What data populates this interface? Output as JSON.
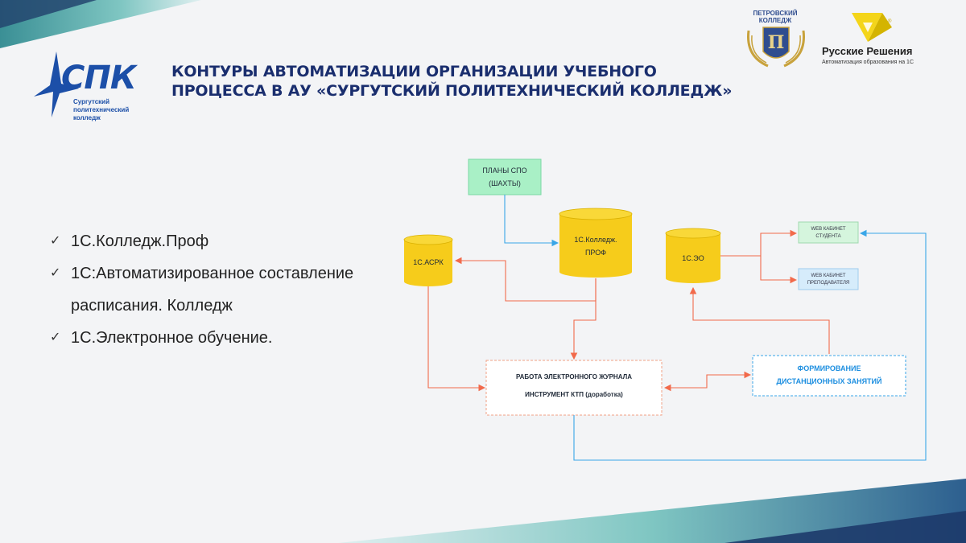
{
  "header": {
    "title_line1": "КОНТУРЫ АВТОМАТИЗАЦИИ ОРГАНИЗАЦИИ УЧЕБНОГО",
    "title_line2": "ПРОЦЕССА В АУ «СУРГУТСКИЙ ПОЛИТЕХНИЧЕСКИЙ КОЛЛЕДЖ»"
  },
  "logo_spk": {
    "abbr": "СПК",
    "line1": "Сургутский",
    "line2": "политехнический",
    "line3": "колледж"
  },
  "logo_petrovsky": {
    "line1": "ПЕТРОВСКИЙ",
    "line2": "КОЛЛЕДЖ"
  },
  "logo_russkie": {
    "name": "Русские Решения",
    "tagline": "Автоматизация образования на 1С"
  },
  "bullets": [
    "1С.Колледж.Проф",
    "1С:Автоматизированное составление расписания. Колледж",
    "1С.Электронное обучение."
  ],
  "diagram": {
    "plans": {
      "line1": "ПЛАНЫ СПО",
      "line2": "(ШАХТЫ)"
    },
    "college": {
      "line1": "1С.Колледж.",
      "line2": "ПРОФ"
    },
    "asrk": "1С.АСРК",
    "eo": "1С.ЭО",
    "web_student": {
      "line1": "WEB КАБИНЕТ",
      "line2": "СТУДЕНТА"
    },
    "web_teacher": {
      "line1": "WEB КАБИНЕТ",
      "line2": "ПРЕПОДАВАТЕЛЯ"
    },
    "journal": {
      "line1": "РАБОТА ЭЛЕКТРОННОГО ЖУРНАЛА",
      "line2": "ИНСТРУМЕНТ КТП (доработка)"
    },
    "distance": {
      "line1": "ФОРМИРОВАНИЕ",
      "line2": "ДИСТАНЦИОННЫХ ЗАНЯТИЙ"
    }
  },
  "colors": {
    "title": "#1a2e6e",
    "db_yellow": "#f6cc1b",
    "plans_green": "#a9f0c6",
    "arrow_red": "#f26a4b",
    "arrow_blue": "#39a6e8",
    "accent_teal": "#4fb2a6",
    "accent_navy": "#1f3f7a"
  }
}
